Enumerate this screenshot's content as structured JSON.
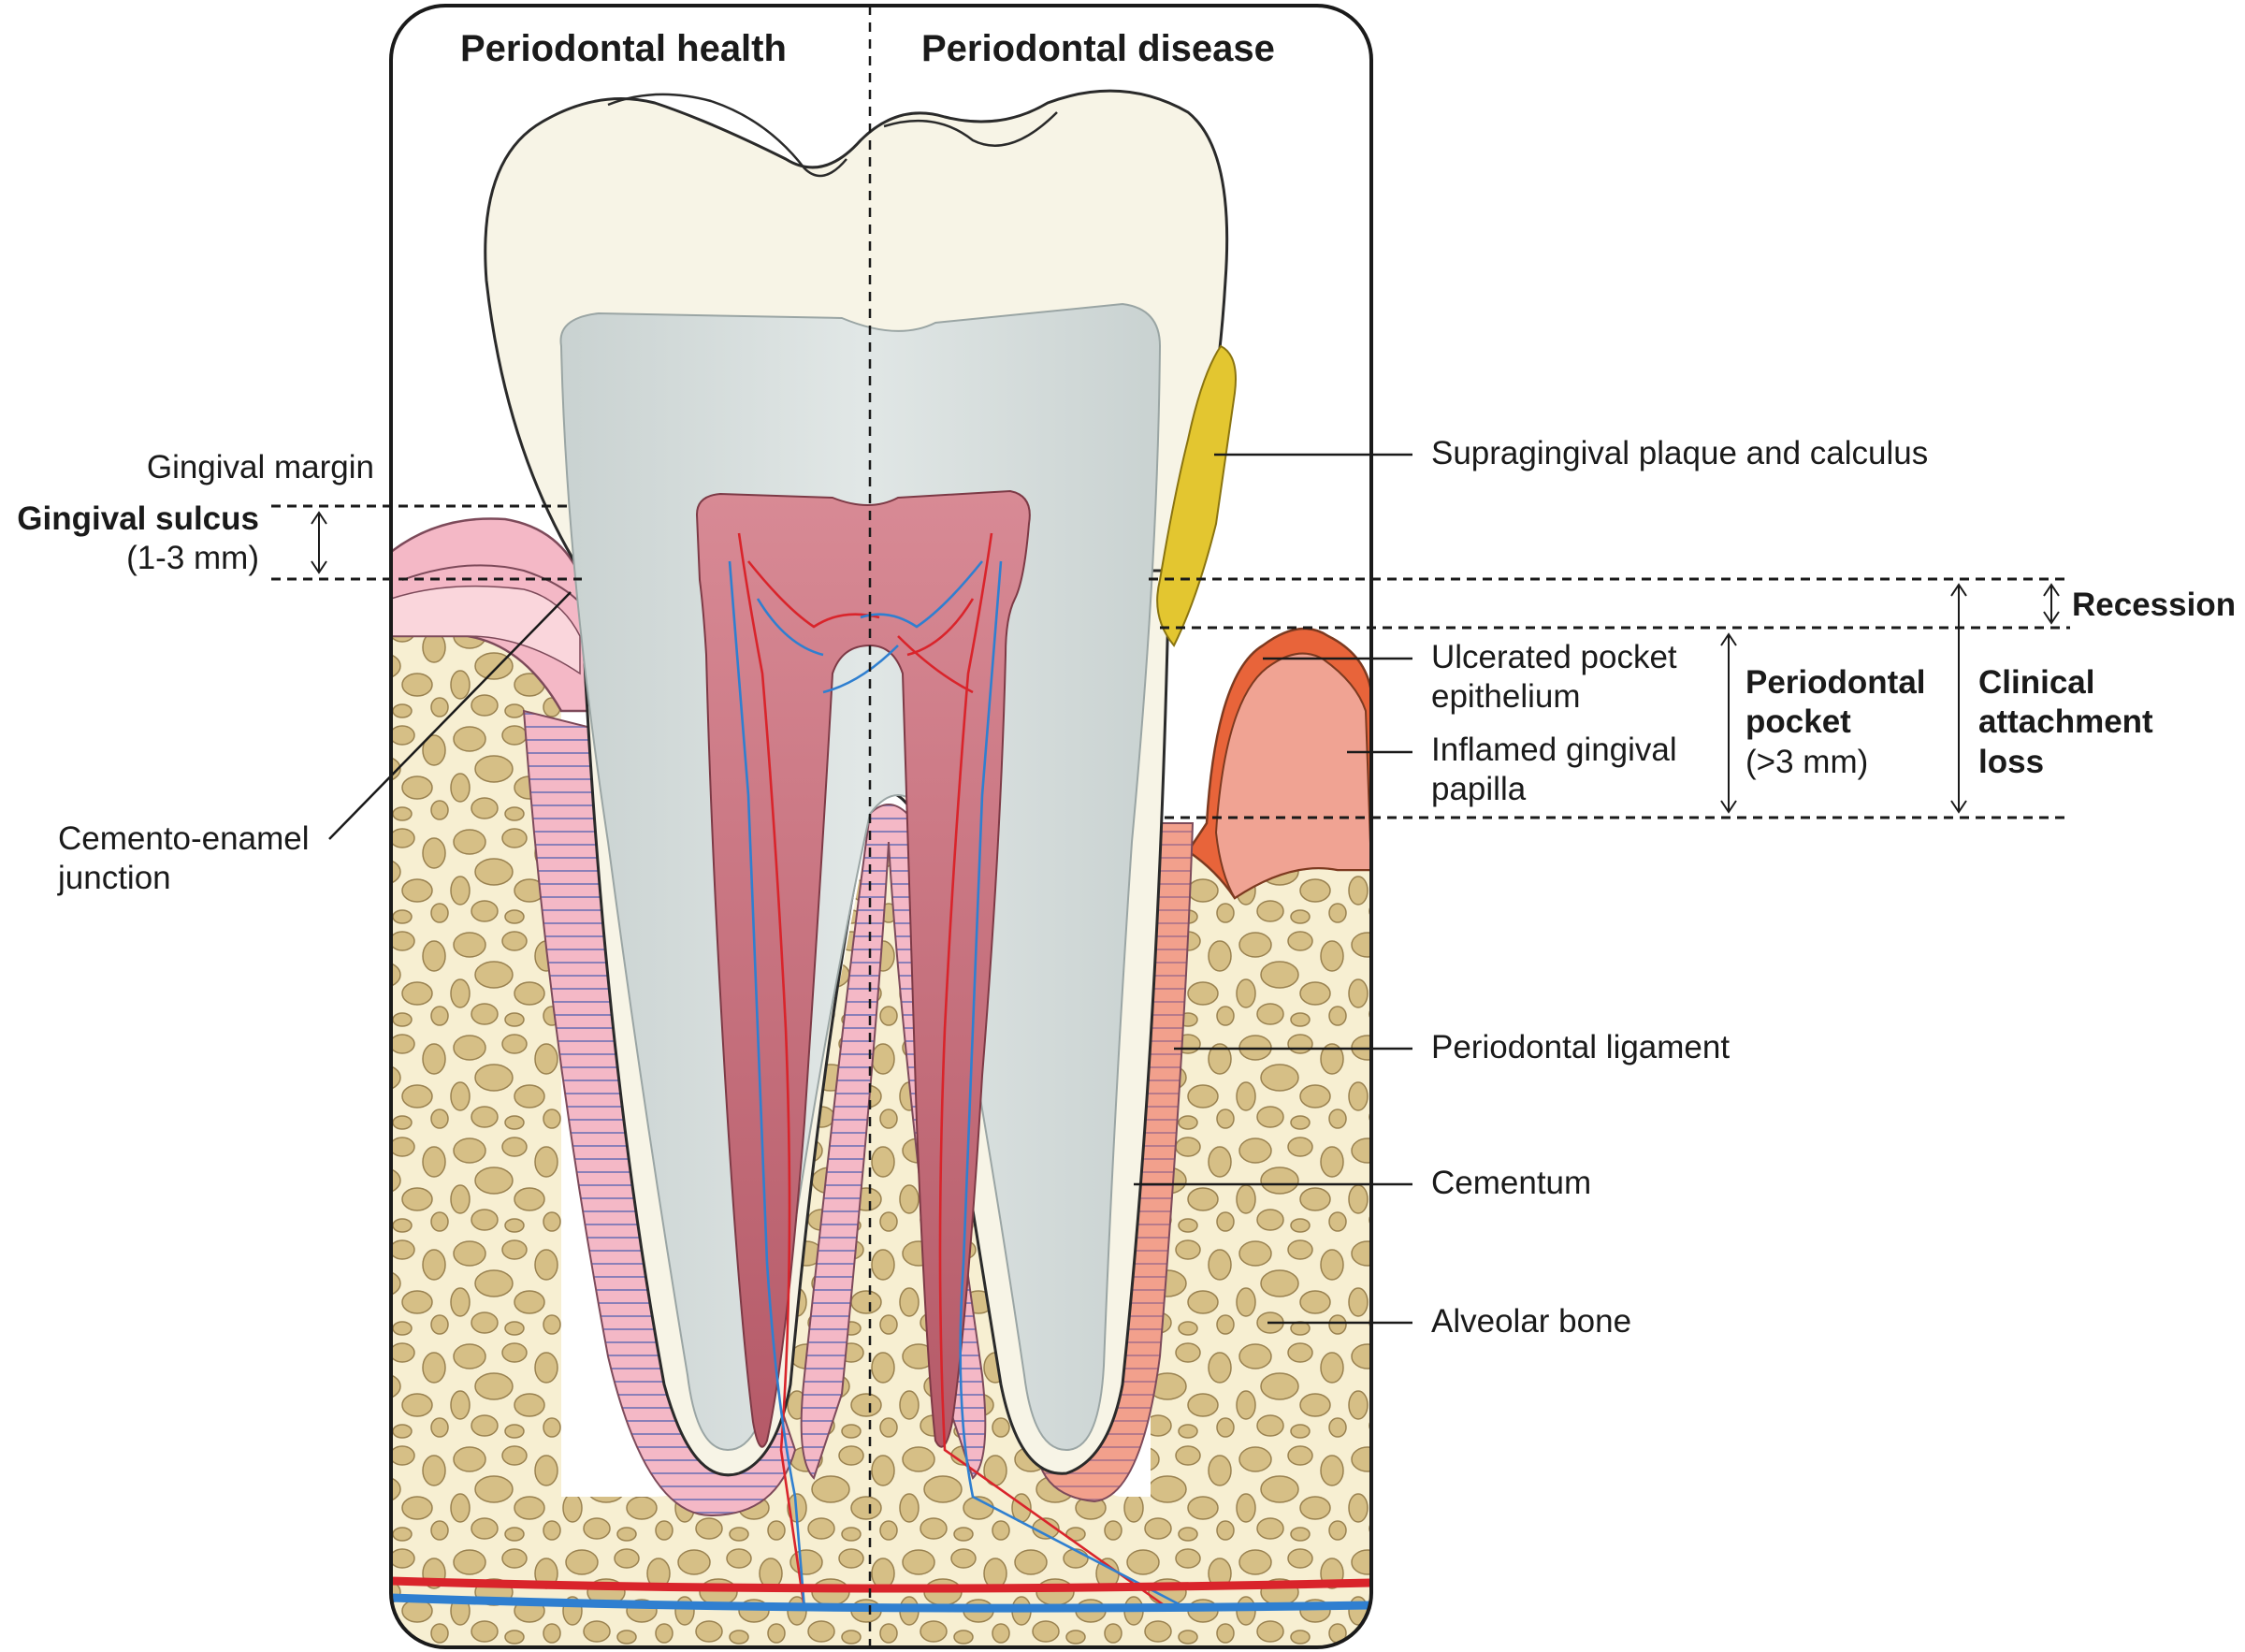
{
  "panels": {
    "left_title": "Periodontal health",
    "right_title": "Periodontal disease"
  },
  "labels": {
    "gingival_margin": "Gingival margin",
    "gingival_sulcus": "Gingival sulcus",
    "sulcus_depth": "(1-3 mm)",
    "cemento_enamel_1": "Cemento-enamel",
    "cemento_enamel_2": "junction",
    "supragingival": "Supragingival plaque and calculus",
    "recession": "Recession",
    "ulcerated_1": "Ulcerated pocket",
    "ulcerated_2": "epithelium",
    "inflamed_1": "Inflamed gingival",
    "inflamed_2": "papilla",
    "pocket_1": "Periodontal",
    "pocket_2": "pocket",
    "pocket_depth": "(>3 mm)",
    "cal_1": "Clinical",
    "cal_2": "attachment",
    "cal_3": "loss",
    "pdl": "Periodontal ligament",
    "cementum": "Cementum",
    "alveolar": "Alveolar bone"
  },
  "colors": {
    "enamel": "#f7f4e6",
    "dentin": "#d9e0df",
    "pulp": "#c8707e",
    "bone": "#f7efd2",
    "trabecula": "#d6bf86",
    "gingiva": "#f4b8c6",
    "inflamed": "#f0a393",
    "ulcerated": "#e8643a",
    "calculus": "#e3c630",
    "artery": "#d9242b",
    "vein": "#2f7fd0"
  }
}
